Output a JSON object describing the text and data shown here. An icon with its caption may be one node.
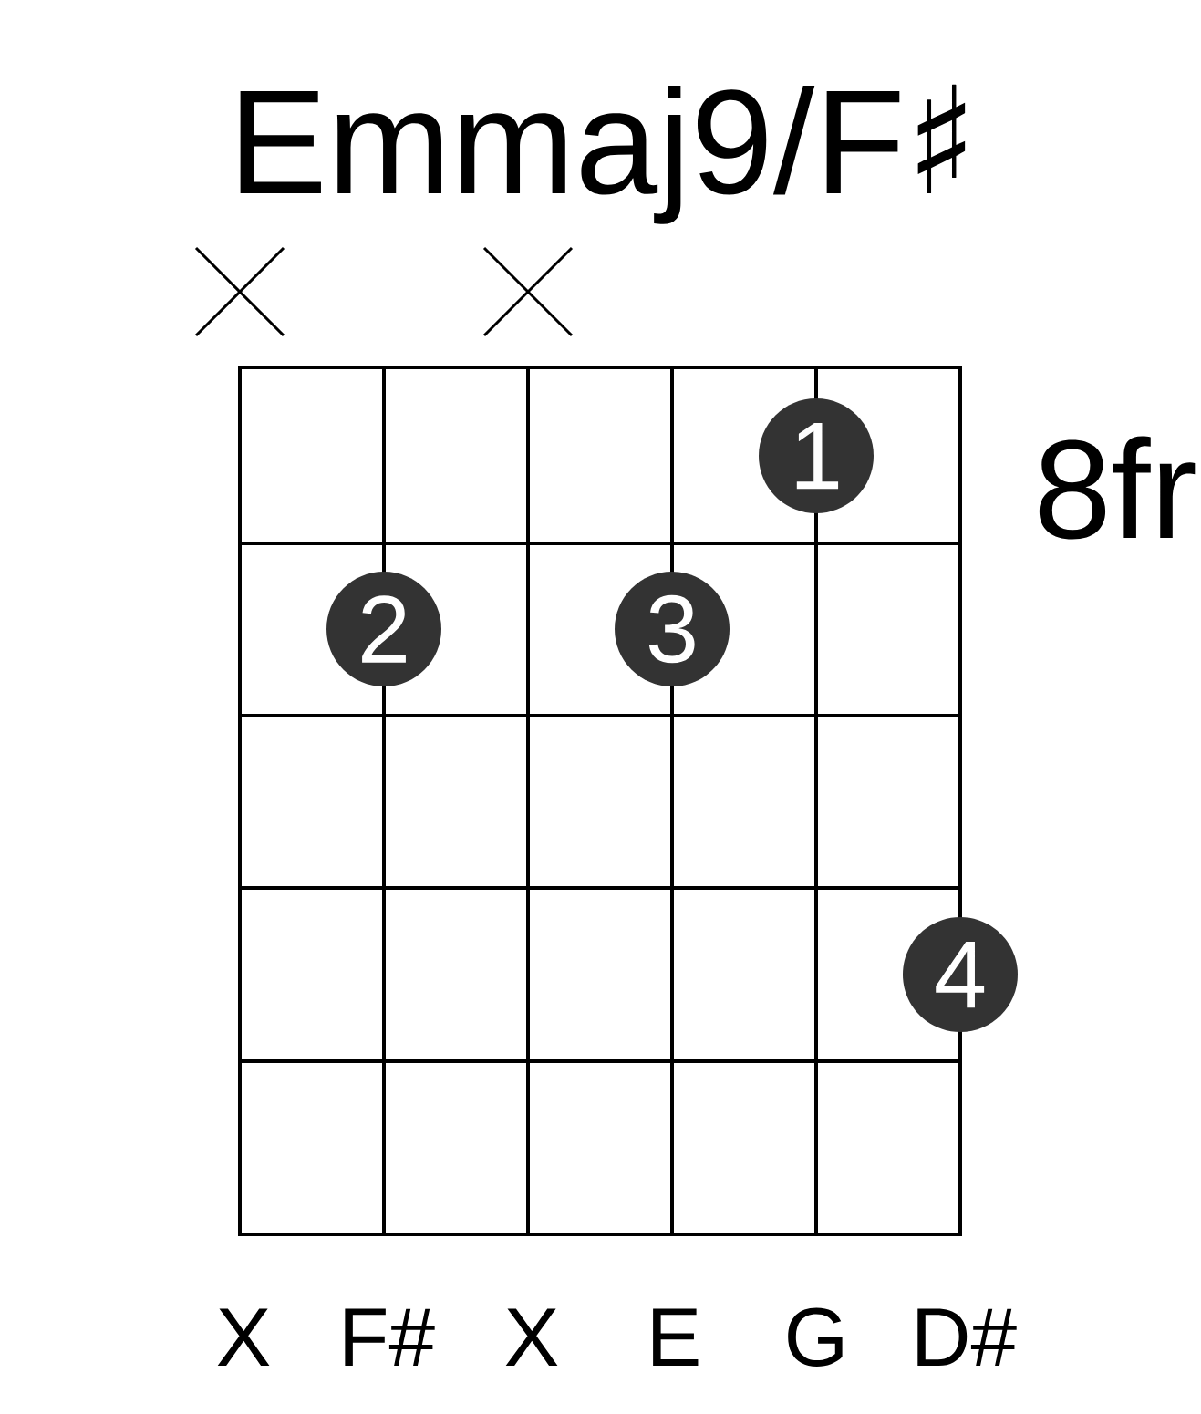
{
  "diagram": {
    "title": "Emmaj9/F♯",
    "nodes": [
      {
        "text": [
          "1"
        ]
      },
      {
        "text": [
          "2"
        ]
      },
      {
        "text": [
          "3"
        ]
      },
      {
        "text": [
          "4"
        ]
      }
    ],
    "labels": [
      "8fr",
      "X",
      "F#",
      "X",
      "E",
      "G",
      "D#"
    ]
  }
}
